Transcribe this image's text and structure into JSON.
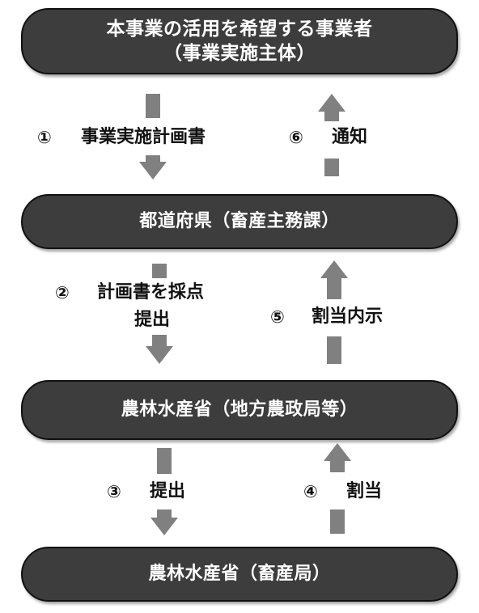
{
  "boxes": {
    "top": {
      "line1": "本事業の活用を希望する事業者",
      "line2": "（事業実施主体）"
    },
    "prefecture": {
      "line1": "都道府県（畜産主務課）"
    },
    "regional": {
      "line1": "農林水産省（地方農政局等）"
    },
    "ministry": {
      "line1": "農林水産省（畜産局）"
    }
  },
  "steps": [
    {
      "num": "①",
      "label": "事業実施計画書"
    },
    {
      "num": "②",
      "label_line1": "計画書を採点",
      "label_line2": "提出"
    },
    {
      "num": "③",
      "label": "提出"
    },
    {
      "num": "④",
      "label": "割当"
    },
    {
      "num": "⑤",
      "label": "割当内示"
    },
    {
      "num": "⑥",
      "label": "通知"
    }
  ],
  "colors": {
    "box_fill": "#3d3d3d",
    "arrow": "#808080",
    "text": "#111111"
  }
}
